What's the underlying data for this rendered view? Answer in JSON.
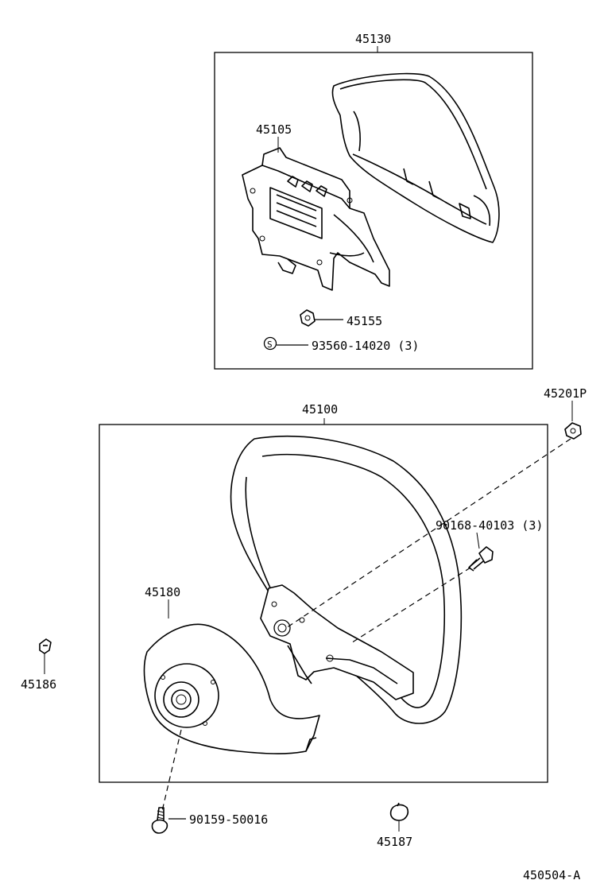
{
  "labels": {
    "p45130": "45130",
    "p45105": "45105",
    "p45155": "45155",
    "s_symbol": "S",
    "p93560": "93560-14020 (3)",
    "p45201p": "45201P",
    "p45100": "45100",
    "p90168": "90168-40103 (3)",
    "p45180": "45180",
    "p45186": "45186",
    "p90159": "90159-50016",
    "p45187": "45187",
    "figure_code": "450504-A"
  }
}
